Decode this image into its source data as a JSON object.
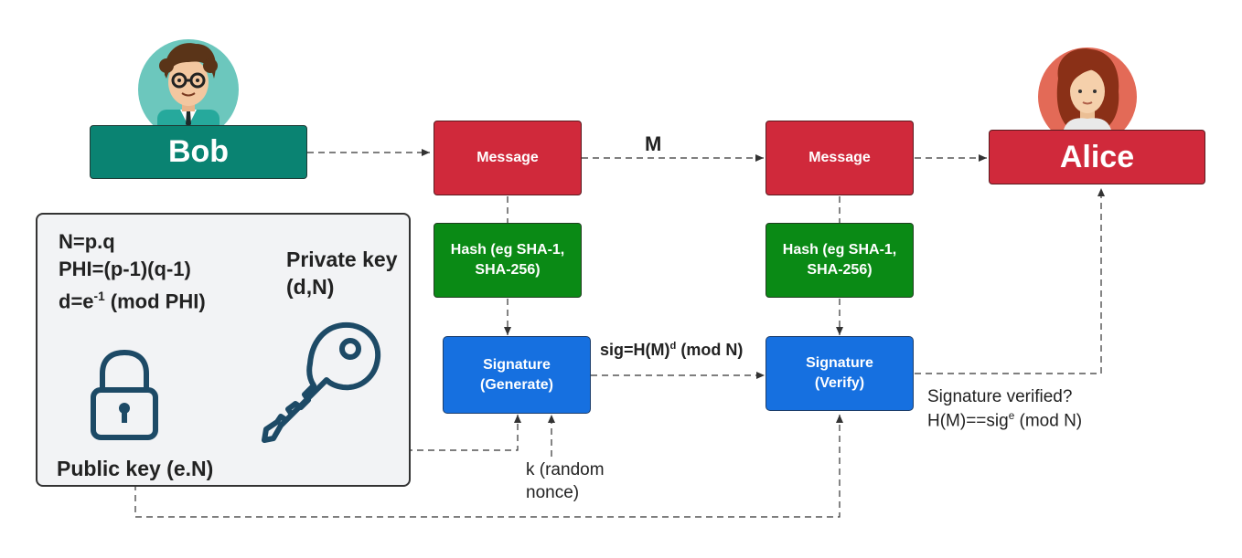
{
  "actors": {
    "sender": "Bob",
    "receiver": "Alice"
  },
  "nodes": {
    "message_send": "Message",
    "message_recv": "Message",
    "hash_send": "Hash (eg SHA-1, SHA-256)",
    "hash_recv": "Hash (eg SHA-1, SHA-256)",
    "sig_generate": {
      "line1": "Signature",
      "line2": "(Generate)"
    },
    "sig_verify": {
      "line1": "Signature",
      "line2": "(Verify)"
    }
  },
  "edge_labels": {
    "message": "M",
    "sig_formula": {
      "base": "sig=H(M)",
      "exp": "d",
      "rest": " (mod N)"
    },
    "nonce": "k (random nonce)",
    "verify_question": "Signature verified?",
    "verify_formula": {
      "base": "H(M)==sig",
      "exp": "e",
      "rest": " (mod N)"
    }
  },
  "key_panel": {
    "n_formula": "N=p.q",
    "phi_formula": "PHI=(p-1)(q-1)",
    "d_formula": {
      "base": "d=e",
      "exp": "-1",
      "rest": " (mod PHI)"
    },
    "private_key": "Private key (d,N)",
    "public_key": "Public key (e.N)"
  },
  "colors": {
    "bob": "#0a8372",
    "message": "#d0293b",
    "hash": "#0a8a15",
    "signature": "#1670e0",
    "panel_bg": "#f2f3f5",
    "icon_dark": "#1d4a66"
  },
  "icons": [
    "bob-avatar-icon",
    "alice-avatar-icon",
    "padlock-icon",
    "key-icon"
  ]
}
